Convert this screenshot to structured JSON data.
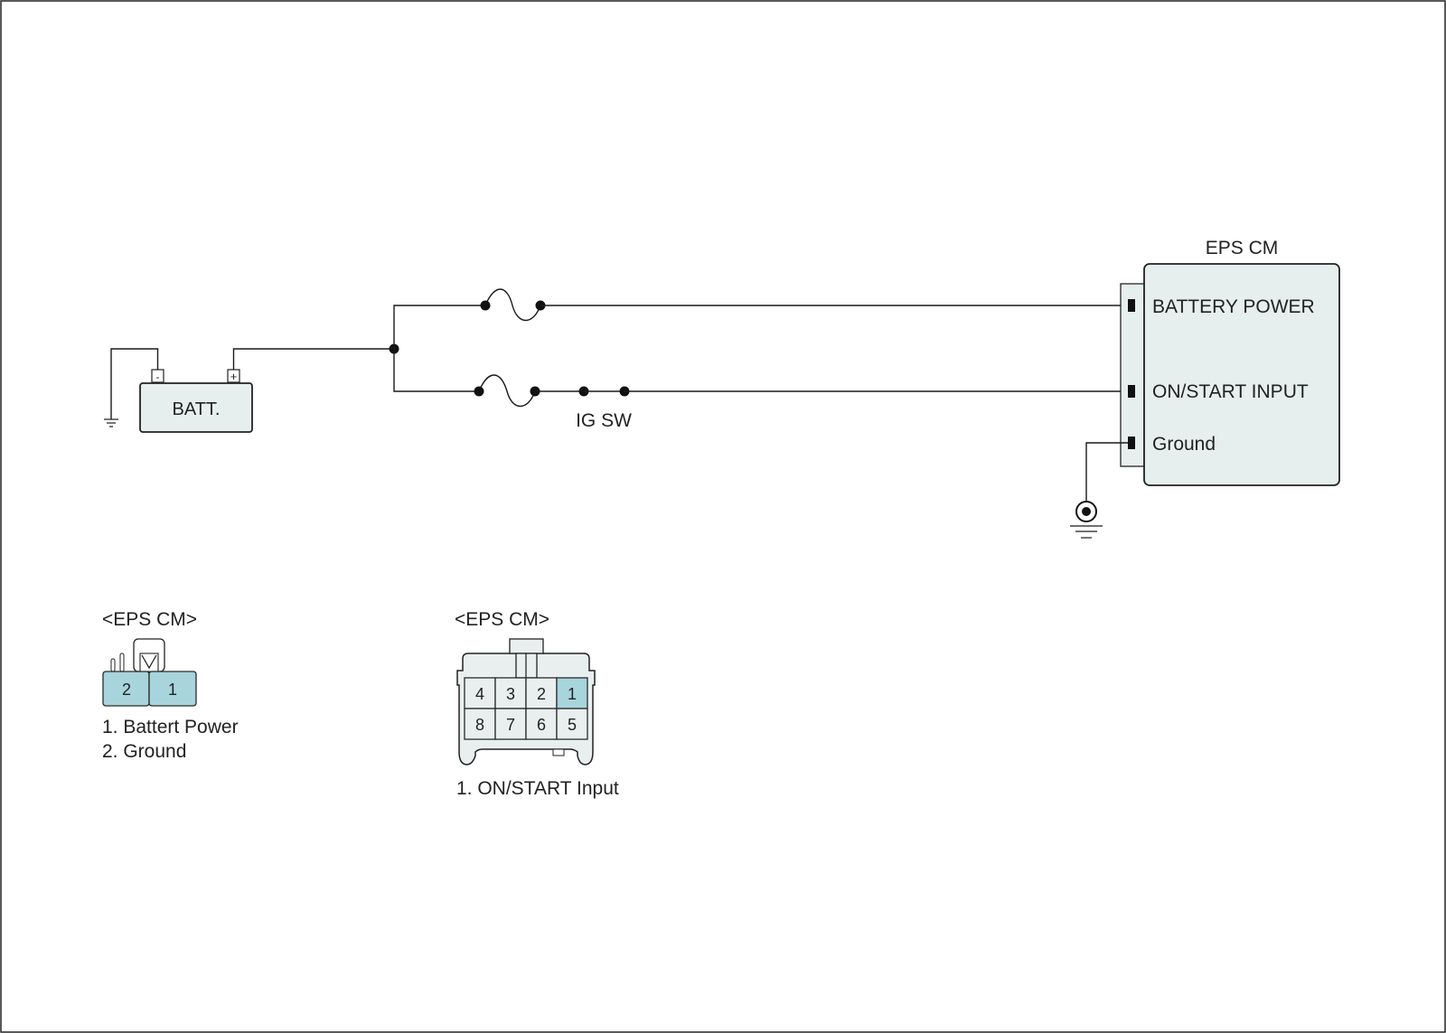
{
  "battery": {
    "label": "BATT.",
    "neg": "-",
    "pos": "+"
  },
  "switch": {
    "label": "IG SW"
  },
  "module": {
    "title": "EPS CM",
    "pins": [
      "BATTERY POWER",
      "ON/START INPUT",
      "Ground"
    ]
  },
  "connector_a": {
    "title": "<EPS CM>",
    "cells": [
      "2",
      "1"
    ],
    "legend": [
      "1. Battert Power",
      "2. Ground"
    ]
  },
  "connector_b": {
    "title": "<EPS CM>",
    "top_row": [
      "4",
      "3",
      "2",
      "1"
    ],
    "bottom_row": [
      "8",
      "7",
      "6",
      "5"
    ],
    "legend": [
      "1. ON/START Input"
    ]
  },
  "colors": {
    "connector_highlight": "#a8d4dc",
    "module_fill": "#e7eeee"
  }
}
